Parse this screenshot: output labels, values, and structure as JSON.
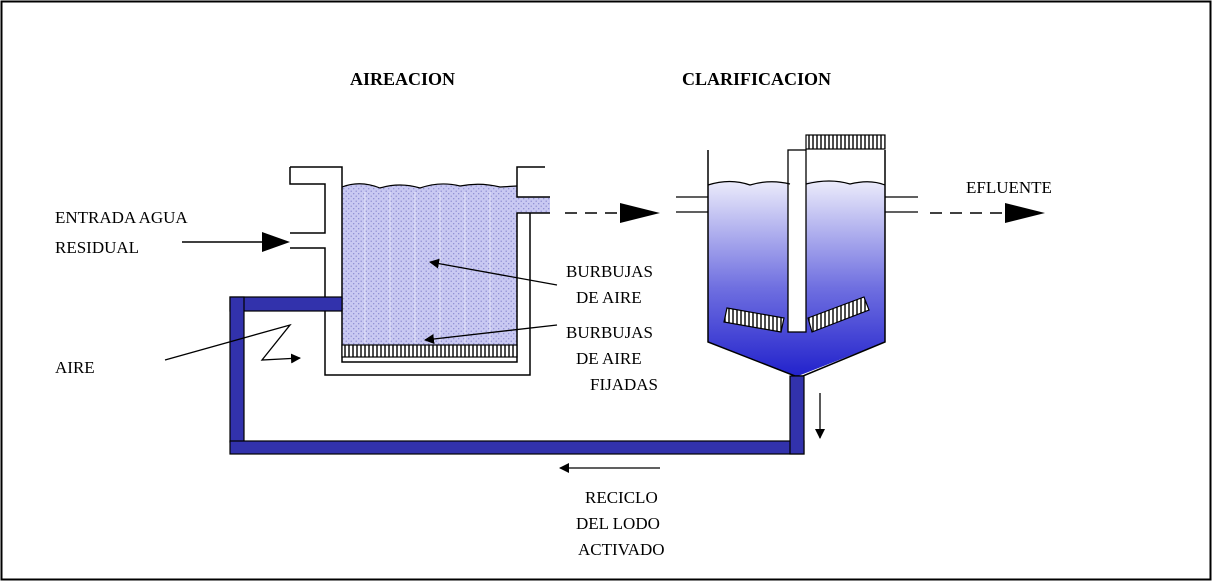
{
  "titles": {
    "aeration": "AIREACION",
    "clarification": "CLARIFICACION"
  },
  "labels": {
    "influent_line1": "ENTRADA AGUA",
    "influent_line2": "RESIDUAL",
    "air": "AIRE",
    "bubbles_line1": "BURBUJAS",
    "bubbles_line2": "DE AIRE",
    "fixed_bubbles_line1": "BURBUJAS",
    "fixed_bubbles_line2": "DE AIRE",
    "fixed_bubbles_line3": "FIJADAS",
    "effluent": "EFLUENTE",
    "recycle_line1": "RECICLO",
    "recycle_line2": "DEL LODO",
    "recycle_line3": "ACTIVADO"
  },
  "colors": {
    "pipe": "#3333aa",
    "water": "#c8c8f0",
    "gradient_top": "#e6e6fa",
    "gradient_bottom": "#2a2ad0",
    "outline": "#000000"
  }
}
